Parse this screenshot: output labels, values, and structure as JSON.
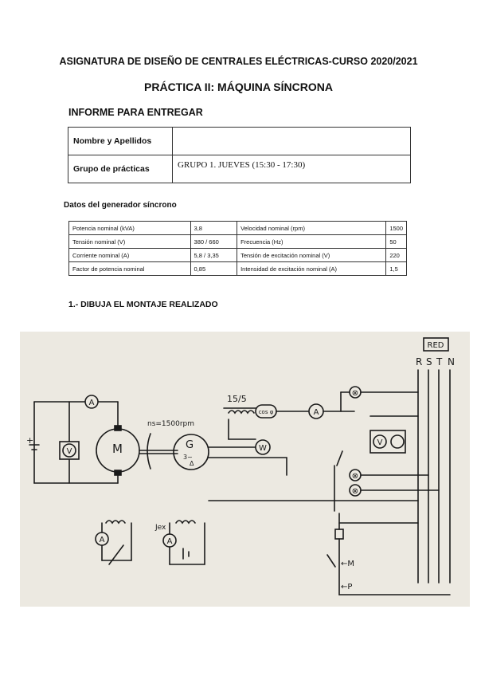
{
  "header": {
    "course_title": "ASIGNATURA DE DISEÑO DE CENTRALES ELÉCTRICAS-CURSO 2020/2021",
    "practice_title": "PRÁCTICA II: MÁQUINA SÍNCRONA",
    "report_label": "INFORME PARA ENTREGAR"
  },
  "student_table": {
    "rows": [
      {
        "label": "Nombre y Apellidos",
        "value": ""
      },
      {
        "label": "Grupo de prácticas",
        "value": "GRUPO 1. JUEVES (15:30 - 17:30)"
      }
    ]
  },
  "generator": {
    "heading": "Datos del generador síncrono",
    "rows": [
      [
        "Potencia nominal (kVA)",
        "3,8",
        "Velocidad nominal (rpm)",
        "1500"
      ],
      [
        "Tensión nominal (V)",
        "380 / 660",
        "Frecuencia (Hz)",
        "50"
      ],
      [
        "Corriente nominal (A)",
        "5,8 / 3,35",
        "Tensión de excitación nominal (V)",
        "220"
      ],
      [
        "Factor de potencia nominal",
        "0,85",
        "Intensidad de excitación nominal (A)",
        "1,5"
      ]
    ]
  },
  "section1": {
    "heading": "1.- DIBUJA EL MONTAJE REALIZADO"
  },
  "sketch": {
    "red_box": "RED",
    "phases": [
      "R",
      "S",
      "T",
      "N"
    ],
    "ammeter": "A",
    "voltmeter": "V",
    "wattmeter": "W",
    "motor": "M",
    "generator_g": "G",
    "generator_sub": "3~",
    "generator_delta": "Δ",
    "speed": "ns=1500rpm",
    "ct_ratio": "15/5",
    "cos_phi": "cos φ",
    "plus_sign": "+",
    "jex": "Jex",
    "btn_m": "←M",
    "btn_p": "←P",
    "cross_mark": "⊗"
  }
}
